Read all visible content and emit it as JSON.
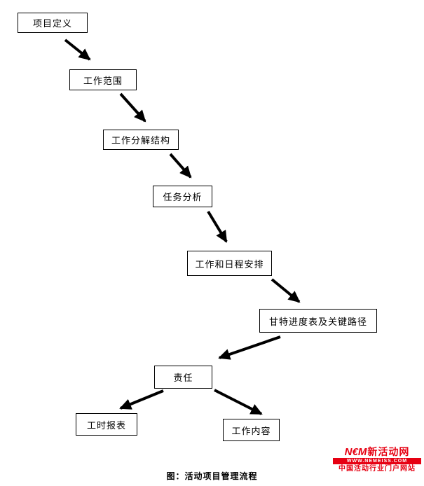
{
  "diagram": {
    "caption": "图：活动项目管理流程",
    "nodes": [
      {
        "id": "project-definition",
        "label": "项目定义"
      },
      {
        "id": "work-scope",
        "label": "工作范围"
      },
      {
        "id": "work-breakdown",
        "label": "工作分解结构"
      },
      {
        "id": "task-analysis",
        "label": "任务分析"
      },
      {
        "id": "work-and-schedule",
        "label": "工作和日程安排"
      },
      {
        "id": "gantt-critical-path",
        "label": "甘特进度表及关键路径"
      },
      {
        "id": "responsibility",
        "label": "责任"
      },
      {
        "id": "timesheet-report",
        "label": "工时报表"
      },
      {
        "id": "work-content",
        "label": "工作内容"
      }
    ],
    "edges": [
      {
        "from": "project-definition",
        "to": "work-scope"
      },
      {
        "from": "work-scope",
        "to": "work-breakdown"
      },
      {
        "from": "work-breakdown",
        "to": "task-analysis"
      },
      {
        "from": "task-analysis",
        "to": "work-and-schedule"
      },
      {
        "from": "work-and-schedule",
        "to": "gantt-critical-path"
      },
      {
        "from": "gantt-critical-path",
        "to": "responsibility"
      },
      {
        "from": "responsibility",
        "to": "timesheet-report"
      },
      {
        "from": "responsibility",
        "to": "work-content"
      }
    ],
    "arrow_color": "#000000"
  },
  "watermark": {
    "logo_text": "N€M",
    "site_name": "新活动网",
    "url": "WWW.NEMEISS.COM",
    "tagline": "中国活动行业门户网站",
    "accent_color": "#e60012"
  }
}
